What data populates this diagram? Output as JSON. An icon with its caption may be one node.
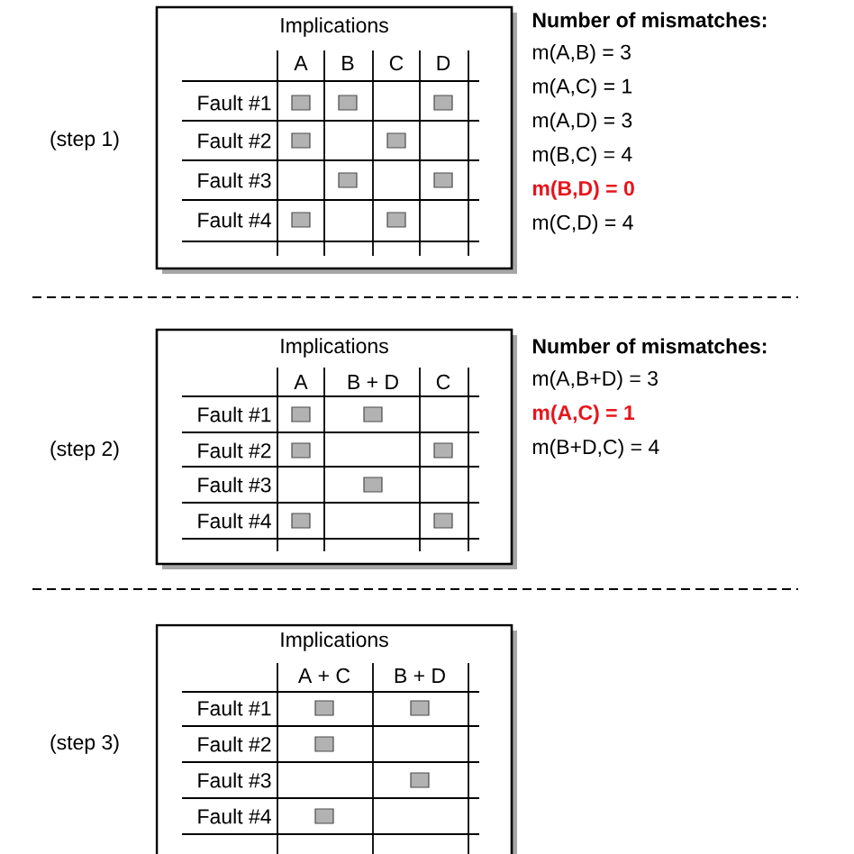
{
  "diagram": {
    "nodes": [
      {
        "text": [
          "Implications"
        ],
        "beside": [
          "(step 1)"
        ]
      },
      {
        "text": [],
        "shape": "box",
        "in": 0
      },
      {
        "text": [],
        "shape": "box",
        "in": 0
      },
      {
        "text": [],
        "shape": "box",
        "in": 0
      },
      {
        "text": [],
        "shape": "box",
        "in": 0
      },
      {
        "text": [],
        "shape": "box",
        "in": 0
      },
      {
        "text": [],
        "shape": "box",
        "in": 0
      },
      {
        "text": [],
        "shape": "box",
        "in": 0
      },
      {
        "text": [],
        "shape": "box",
        "in": 0
      },
      {
        "text": [],
        "shape": "box",
        "in": 0
      },
      {
        "text": [
          "Implications"
        ],
        "beside": [
          "(step 2)"
        ]
      },
      {
        "text": [],
        "shape": "box",
        "in": 10
      },
      {
        "text": [],
        "shape": "box",
        "in": 10
      },
      {
        "text": [],
        "shape": "box",
        "in": 10
      },
      {
        "text": [],
        "shape": "box",
        "in": 10
      },
      {
        "text": [],
        "shape": "box",
        "in": 10
      },
      {
        "text": [],
        "shape": "box",
        "in": 10
      },
      {
        "text": [],
        "shape": "box",
        "in": 10
      },
      {
        "text": [
          "Implications"
        ],
        "beside": [
          "(step 3)"
        ]
      },
      {
        "text": [],
        "shape": "box",
        "in": 18
      },
      {
        "text": [],
        "shape": "box",
        "in": 18
      },
      {
        "text": [],
        "shape": "box",
        "in": 18
      },
      {
        "text": [],
        "shape": "box",
        "in": 18
      },
      {
        "text": [],
        "shape": "box",
        "in": 18
      }
    ],
    "labels": [
      "A",
      "B",
      "C",
      "D",
      "Fault #1",
      "Fault #2",
      "Fault #3",
      "Fault #4",
      "Number of mismatches:",
      "m(A,B) = 3",
      "m(A,C) = 1",
      "m(A,D) = 3",
      "m(B,C) = 4",
      "m(B,D) = 0",
      "m(C,D) = 4",
      "A",
      "B + D",
      "C",
      "Fault #1",
      "Fault #2",
      "Fault #3",
      "Fault #4",
      "Number of mismatches:",
      "m(A,B+D) = 3",
      "m(A,C) = 1",
      "m(B+D,C) = 4",
      "A + C",
      "B + D",
      "Fault #1",
      "Fault #2",
      "Fault #3",
      "Fault #4"
    ]
  }
}
